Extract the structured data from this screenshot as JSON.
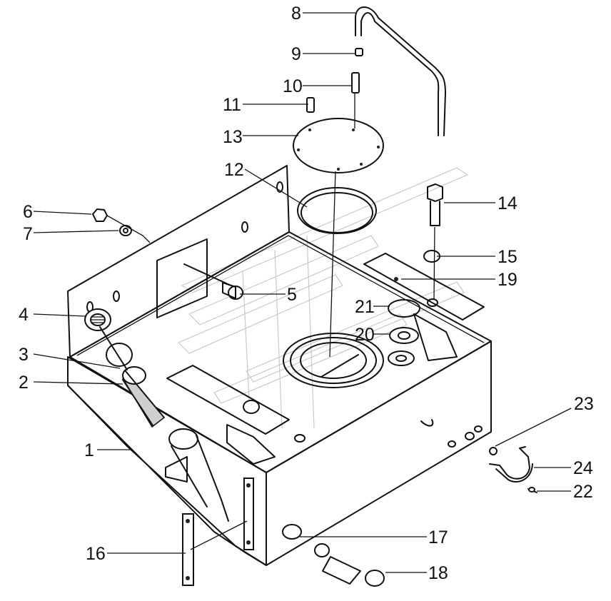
{
  "callouts": [
    {
      "id": "1",
      "text": "1"
    },
    {
      "id": "2",
      "text": "2"
    },
    {
      "id": "3",
      "text": "3"
    },
    {
      "id": "4",
      "text": "4"
    },
    {
      "id": "5",
      "text": "5"
    },
    {
      "id": "6",
      "text": "6"
    },
    {
      "id": "7",
      "text": "7"
    },
    {
      "id": "8",
      "text": "8"
    },
    {
      "id": "9",
      "text": "9"
    },
    {
      "id": "10",
      "text": "10"
    },
    {
      "id": "11",
      "text": "11"
    },
    {
      "id": "12",
      "text": "12"
    },
    {
      "id": "13",
      "text": "13"
    },
    {
      "id": "14",
      "text": "14"
    },
    {
      "id": "15",
      "text": "15"
    },
    {
      "id": "16",
      "text": "16"
    },
    {
      "id": "17",
      "text": "17"
    },
    {
      "id": "18",
      "text": "18"
    },
    {
      "id": "19",
      "text": "19"
    },
    {
      "id": "20",
      "text": "20"
    },
    {
      "id": "21",
      "text": "21"
    },
    {
      "id": "22",
      "text": "22"
    },
    {
      "id": "23",
      "text": "23"
    },
    {
      "id": "24",
      "text": "24"
    }
  ],
  "colors": {
    "line": "#111111",
    "watermark": "#c9c9c9",
    "background": "#ffffff"
  }
}
